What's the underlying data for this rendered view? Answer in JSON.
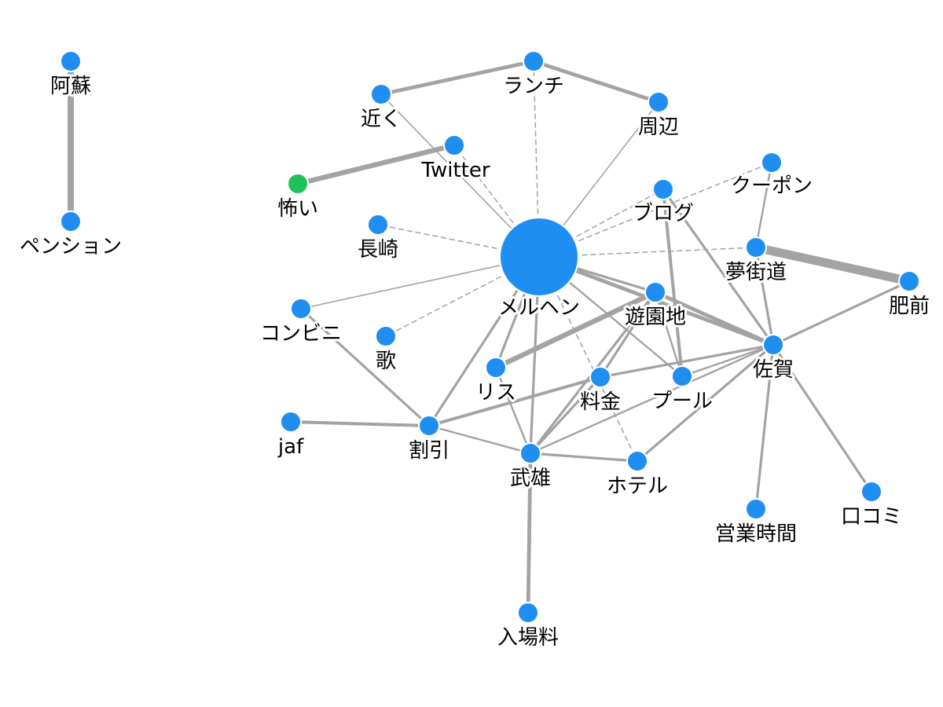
{
  "colors": {
    "node": "#1f8ef1",
    "highlight_node": "#22c05a",
    "edge": "#a3a3a3",
    "label": "#000000"
  },
  "nodes": [
    {
      "id": "meruhen",
      "label": "メルヘン",
      "size": "large"
    },
    {
      "id": "aso",
      "label": "阿蘇"
    },
    {
      "id": "pension",
      "label": "ペンション"
    },
    {
      "id": "lunch",
      "label": "ランチ"
    },
    {
      "id": "chikaku",
      "label": "近く"
    },
    {
      "id": "shuhen",
      "label": "周辺"
    },
    {
      "id": "twitter",
      "label": "Twitter"
    },
    {
      "id": "kowai",
      "label": "怖い",
      "highlight": true
    },
    {
      "id": "coupon",
      "label": "クーポン"
    },
    {
      "id": "blog",
      "label": "ブログ"
    },
    {
      "id": "nagasaki",
      "label": "長崎"
    },
    {
      "id": "yumekaido",
      "label": "夢街道"
    },
    {
      "id": "hizen",
      "label": "肥前"
    },
    {
      "id": "konbini",
      "label": "コンビニ"
    },
    {
      "id": "yuenchi",
      "label": "遊園地"
    },
    {
      "id": "uta",
      "label": "歌"
    },
    {
      "id": "saga",
      "label": "佐賀"
    },
    {
      "id": "risu",
      "label": "リス"
    },
    {
      "id": "ryokin",
      "label": "料金"
    },
    {
      "id": "pool",
      "label": "プール"
    },
    {
      "id": "jaf",
      "label": "jaf"
    },
    {
      "id": "waribiki",
      "label": "割引"
    },
    {
      "id": "takeo",
      "label": "武雄"
    },
    {
      "id": "hotel",
      "label": "ホテル"
    },
    {
      "id": "kuchikomi",
      "label": "口コミ"
    },
    {
      "id": "eigyo",
      "label": "営業時間"
    },
    {
      "id": "nyujoryo",
      "label": "入場料"
    }
  ],
  "edges": [
    {
      "source": "aso",
      "target": "pension",
      "weight": 5
    },
    {
      "source": "chikaku",
      "target": "lunch",
      "weight": 3
    },
    {
      "source": "lunch",
      "target": "shuhen",
      "weight": 3
    },
    {
      "source": "kowai",
      "target": "twitter",
      "weight": 4
    },
    {
      "source": "yumekaido",
      "target": "hizen",
      "weight": 7
    },
    {
      "source": "meruhen",
      "target": "risu",
      "weight": 2
    },
    {
      "source": "risu",
      "target": "yuenchi",
      "weight": 4
    },
    {
      "source": "meruhen",
      "target": "yuenchi",
      "weight": 2
    },
    {
      "source": "meruhen",
      "target": "saga",
      "weight": 3
    },
    {
      "source": "meruhen",
      "target": "takeo",
      "weight": 2
    },
    {
      "source": "meruhen",
      "target": "waribiki",
      "weight": 2
    },
    {
      "source": "meruhen",
      "target": "pool",
      "weight": 1.5
    },
    {
      "source": "meruhen",
      "target": "chikaku",
      "weight": 1
    },
    {
      "source": "meruhen",
      "target": "shuhen",
      "weight": 1
    },
    {
      "source": "meruhen",
      "target": "konbini",
      "weight": 1
    },
    {
      "source": "meruhen",
      "target": "lunch",
      "weight": 1,
      "dashed": true
    },
    {
      "source": "meruhen",
      "target": "twitter",
      "weight": 1,
      "dashed": true
    },
    {
      "source": "meruhen",
      "target": "nagasaki",
      "weight": 1,
      "dashed": true
    },
    {
      "source": "meruhen",
      "target": "blog",
      "weight": 1,
      "dashed": true
    },
    {
      "source": "meruhen",
      "target": "coupon",
      "weight": 1,
      "dashed": true
    },
    {
      "source": "meruhen",
      "target": "yumekaido",
      "weight": 1,
      "dashed": true
    },
    {
      "source": "meruhen",
      "target": "uta",
      "weight": 1,
      "dashed": true
    },
    {
      "source": "meruhen",
      "target": "hotel",
      "weight": 1,
      "dashed": true
    },
    {
      "source": "blog",
      "target": "pool",
      "weight": 2.5
    },
    {
      "source": "blog",
      "target": "saga",
      "weight": 2
    },
    {
      "source": "coupon",
      "target": "yumekaido",
      "weight": 1.5
    },
    {
      "source": "yumekaido",
      "target": "saga",
      "weight": 2
    },
    {
      "source": "hizen",
      "target": "saga",
      "weight": 2
    },
    {
      "source": "saga",
      "target": "eigyo",
      "weight": 2
    },
    {
      "source": "saga",
      "target": "kuchikomi",
      "weight": 2
    },
    {
      "source": "saga",
      "target": "ryokin",
      "weight": 2
    },
    {
      "source": "saga",
      "target": "hotel",
      "weight": 2
    },
    {
      "source": "saga",
      "target": "pool",
      "weight": 1.5
    },
    {
      "source": "saga",
      "target": "takeo",
      "weight": 1.5
    },
    {
      "source": "yuenchi",
      "target": "saga",
      "weight": 3
    },
    {
      "source": "yuenchi",
      "target": "ryokin",
      "weight": 2
    },
    {
      "source": "yuenchi",
      "target": "pool",
      "weight": 1.5
    },
    {
      "source": "yuenchi",
      "target": "takeo",
      "weight": 2
    },
    {
      "source": "konbini",
      "target": "waribiki",
      "weight": 2
    },
    {
      "source": "jaf",
      "target": "waribiki",
      "weight": 2.5
    },
    {
      "source": "waribiki",
      "target": "ryokin",
      "weight": 2.5
    },
    {
      "source": "waribiki",
      "target": "takeo",
      "weight": 1.5
    },
    {
      "source": "ryokin",
      "target": "takeo",
      "weight": 2
    },
    {
      "source": "takeo",
      "target": "hotel",
      "weight": 2
    },
    {
      "source": "takeo",
      "target": "nyujoryo",
      "weight": 3
    },
    {
      "source": "risu",
      "target": "takeo",
      "weight": 1.5
    }
  ]
}
